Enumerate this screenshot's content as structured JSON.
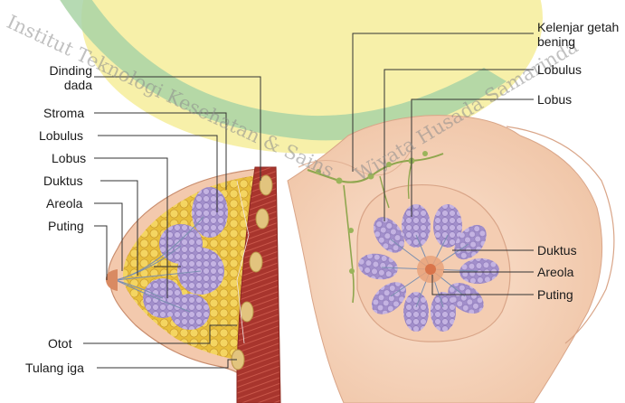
{
  "watermark": {
    "text_left": "Institut Teknologi Kesehatan & Sains",
    "text_right": "Wiyata Husada Samarinda"
  },
  "labels_left": {
    "dinding_dada": "Dinding dada",
    "stroma": "Stroma",
    "lobulus": "Lobulus",
    "lobus": "Lobus",
    "duktus": "Duktus",
    "areola": "Areola",
    "puting": "Puting",
    "otot": "Otot",
    "tulang_iga": "Tulang iga"
  },
  "labels_right": {
    "kelenjar_getah_bening": "Kelenjar getah bening",
    "lobulus": "Lobulus",
    "lobus": "Lobus",
    "duktus": "Duktus",
    "areola": "Areola",
    "puting": "Puting"
  },
  "colors": {
    "logo_yellow": "#f6ed9a",
    "logo_green": "#a9d4a6",
    "skin": "#f6d3bb",
    "skin_shadow": "#e7b596",
    "fat": "#e9c23c",
    "lobule": "#b9a6d9",
    "muscle": "#b23a32",
    "rib": "#e2c47e",
    "lymph": "#8fa64e",
    "leader_line": "#333333"
  }
}
